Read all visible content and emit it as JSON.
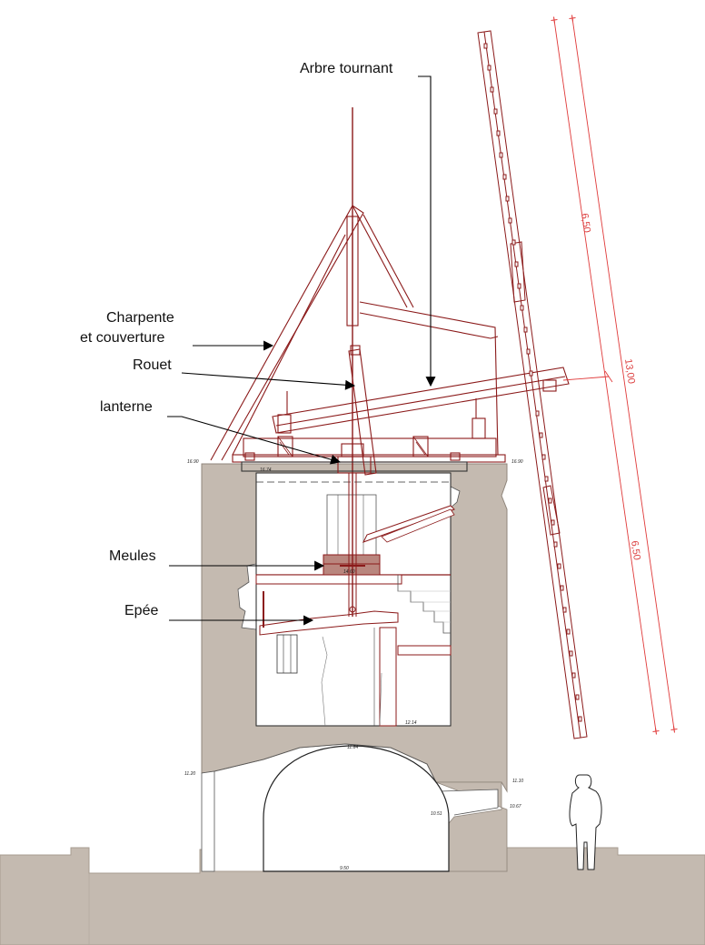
{
  "labels": {
    "arbre": "Arbre tournant",
    "charpente1": "Charpente",
    "charpente2": "et couverture",
    "rouet": "Rouet",
    "lanterne": "lanterne",
    "meules": "Meules",
    "epee": "Epée"
  },
  "dimensions": {
    "upper": "6,50",
    "total": "13,00",
    "lower": "6,50"
  },
  "elevations": {
    "left_top": "16.90",
    "inner_top": "16.74",
    "right_top": "16.90",
    "meules": "14.60",
    "floor": "12.14",
    "vault_top": "11.84",
    "left_mid": "11.20",
    "right_mid": "11.10",
    "right_step1": "10.51",
    "right_step2": "10.67",
    "ground": "9.50"
  },
  "colors": {
    "wall": "#c4bab0",
    "ground": "#c4bab0",
    "timber": "#8b1a1a",
    "millstone": "#b9867e",
    "dimension": "#e03a3a",
    "leader": "#000000"
  }
}
